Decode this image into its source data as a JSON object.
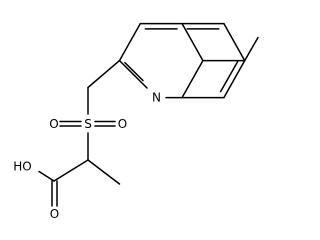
{
  "structure": {
    "atoms": {
      "nitrogen": "N",
      "sulfur": "S",
      "sulfonyl_oxygen_left": "O",
      "sulfonyl_oxygen_right": "O",
      "hydroxyl": "HO",
      "carbonyl_oxygen": "O"
    }
  }
}
